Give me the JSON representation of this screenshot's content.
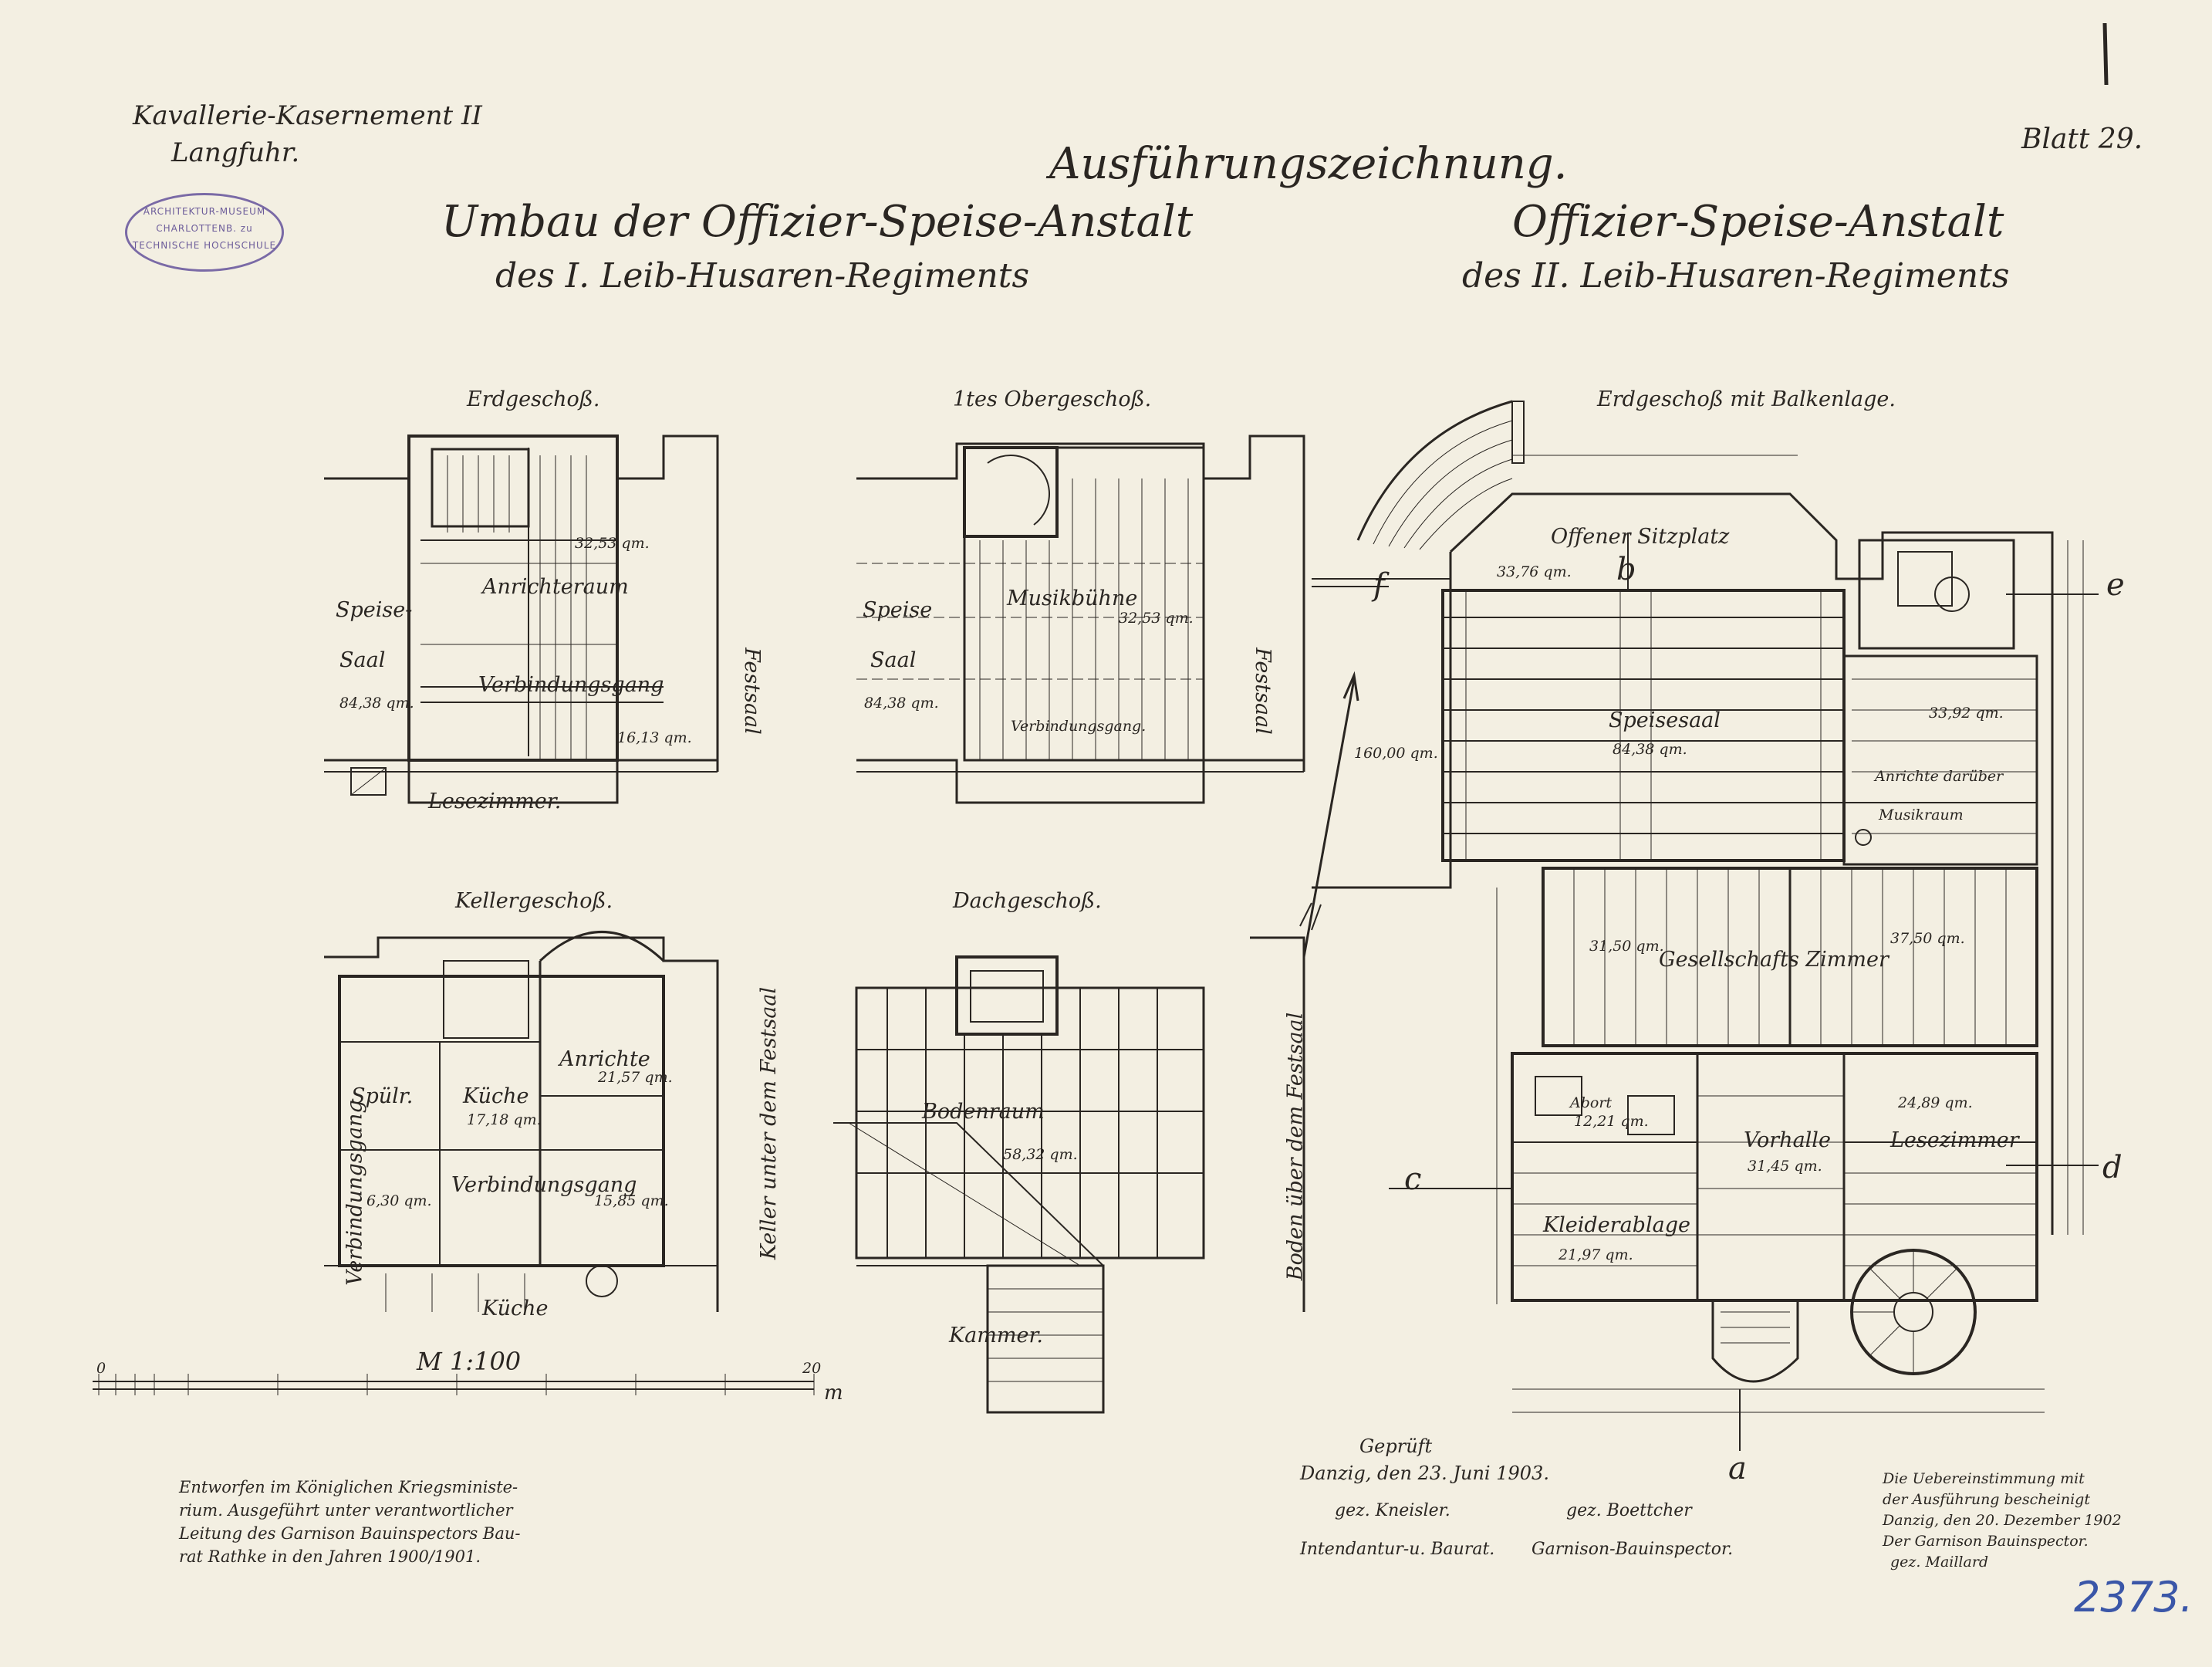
{
  "header": {
    "line1": "Kavallerie-Kasernement II",
    "line2": "Langfuhr.",
    "drawing_type": "Ausführungszeichnung.",
    "sheet": "Blatt 29.",
    "left_title": "Umbau der Offizier-Speise-Anstalt",
    "left_subtitle": "des I. Leib-Husaren-Regiments",
    "right_title": "Offizier-Speise-Anstalt",
    "right_subtitle": "des II. Leib-Husaren-Regiments"
  },
  "stamp": {
    "line1": "ARCHITEKTUR-MUSEUM",
    "line2": "CHARLOTTENB. zu",
    "line3": "TECHNISCHE HOCHSCHULE"
  },
  "plans": {
    "erdgeschoss": {
      "title": "Erdgeschoß.",
      "rooms": [
        "Speise-",
        "Saal",
        "Anrichteraum",
        "Verbindungsgang",
        "Lesezimmer.",
        "Festsaal",
        "84,38 qm.",
        "32,53 qm.",
        "16,13 qm."
      ]
    },
    "obergeschoss": {
      "title": "1tes Obergeschoß.",
      "rooms": [
        "Speise",
        "Saal",
        "Musikbühne",
        "Verbindungsgang.",
        "Festsaal",
        "84,38 qm.",
        "32,53 qm."
      ]
    },
    "kellergeschoss": {
      "title": "Kellergeschoß.",
      "rooms": [
        "Anrichte",
        "Spülr.",
        "Küche",
        "Verbindungsgang",
        "Küche",
        "Verbindungsgang",
        "Keller unter dem Festsaal",
        "21,57 qm.",
        "17,18 qm.",
        "6,30 qm.",
        "15,85 qm."
      ]
    },
    "dachgeschoss": {
      "title": "Dachgeschoß.",
      "rooms": [
        "Bodenraum",
        "Kammer.",
        "Boden über dem Festsaal",
        "58,32 qm."
      ]
    },
    "right": {
      "title": "Erdgeschoß mit Balkenlage.",
      "rooms": [
        "Offener Sitzplatz",
        "Speisesaal",
        "Anrichte darüber",
        "Musikraum",
        "Gesellschafts Zimmer",
        "Abort",
        "Vorhalle",
        "Lesezimmer",
        "Kleiderablage",
        "33,76 qm.",
        "84,38 qm.",
        "33,92 qm.",
        "31,50 qm.",
        "37,50 qm.",
        "12,21 qm.",
        "31,45 qm.",
        "24,89 qm.",
        "21,97 qm.",
        "160,00 qm."
      ]
    }
  },
  "scale": {
    "label": "M 1:100",
    "start": "0",
    "end": "20",
    "unit": "m"
  },
  "footer": {
    "left": [
      "Entworfen im Königlichen Kriegsministe-",
      "rium. Ausgeführt unter verantwortlicher",
      "Leitung des Garnison Bauinspectors Bau-",
      "rat Rathke in den Jahren 1900/1901."
    ],
    "center": [
      "Geprüft",
      "Danzig, den 23. Juni 1903.",
      "gez. Kneisler.",
      "gez. Boettcher",
      "Intendantur-u. Baurat.",
      "Garnison-Bauinspector."
    ],
    "right": [
      "Die Uebereinstimmung mit",
      "der Ausführung bescheinigt",
      "Danzig, den 20. Dezember 1902",
      "Der Garnison Bauinspector.",
      "gez. Maillard"
    ],
    "inventory": "2373."
  },
  "section_marks": [
    "f",
    "e",
    "c",
    "d",
    "a",
    "b"
  ]
}
